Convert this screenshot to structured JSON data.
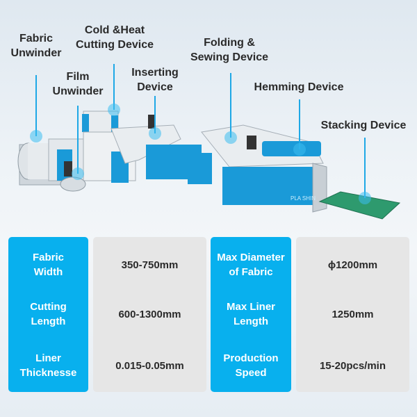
{
  "labels": {
    "fabric_unwinder": [
      "Fabric",
      "Unwinder"
    ],
    "cold_heat_cutting": [
      "Cold &Heat",
      "Cutting Device"
    ],
    "film_unwinder": [
      "Film",
      "Unwinder"
    ],
    "inserting": [
      "Inserting",
      "Device"
    ],
    "folding_sewing": [
      "Folding &",
      "Sewing Device"
    ],
    "hemming": "Hemming Device",
    "stacking": "Stacking Device"
  },
  "machine_brand": "PLA SHIN",
  "specs": {
    "left": [
      {
        "name": [
          "Fabric",
          "Width"
        ],
        "value": "350-750mm"
      },
      {
        "name": [
          "Cutting",
          "Length"
        ],
        "value": "600-1300mm"
      },
      {
        "name": [
          "Liner",
          "Thicknesse"
        ],
        "value": "0.015-0.05mm"
      }
    ],
    "right": [
      {
        "name": [
          "Max Diameter",
          "of Fabric"
        ],
        "value": "ϕ1200mm"
      },
      {
        "name": [
          "Max Liner",
          "Length"
        ],
        "value": "1250mm"
      },
      {
        "name": [
          "Production",
          "Speed"
        ],
        "value": "15-20pcs/min"
      }
    ]
  },
  "colors": {
    "accent": "#08b0ee",
    "value_bg": "#e6e6e6",
    "belt": "#2e9a6e"
  }
}
